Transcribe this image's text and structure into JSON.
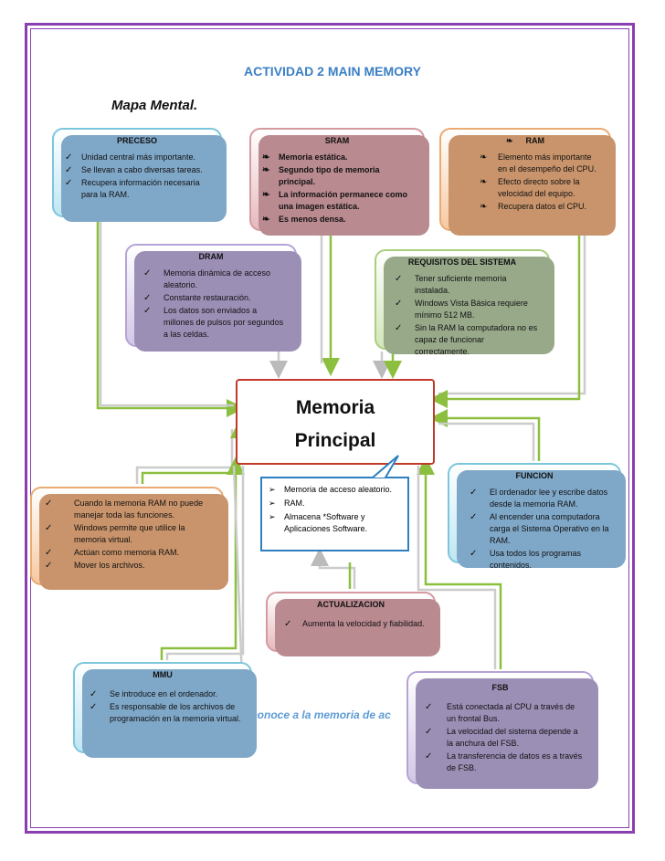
{
  "title": "ACTIVIDAD 2 MAIN MEMORY",
  "subtitle": "Mapa Mental.",
  "background_text": "conoce a la memoria de ac",
  "center": {
    "line1": "Memoria",
    "line2": "Principal"
  },
  "callout": {
    "items": [
      "Memoria de acceso aleatorio.",
      "RAM.",
      "Almacena *Software y Aplicaciones Software."
    ]
  },
  "nodes": {
    "preceso": {
      "title": "PRECESO",
      "items": [
        "Unidad central más importante.",
        "Se llevan a cabo diversas tareas.",
        "Recupera información necesaria para la RAM."
      ]
    },
    "sram": {
      "title": "SRAM",
      "items": [
        "Memoria estática.",
        "Segundo tipo de memoria principal.",
        "La información permanece como una imagen estática.",
        "Es menos densa."
      ]
    },
    "ram": {
      "title": "RAM",
      "items": [
        "Elemento más importante en el desempeño del CPU.",
        "Efecto directo sobre la velocidad del equipo.",
        "Recupera datos el CPU."
      ]
    },
    "dram": {
      "title": "DRAM",
      "items": [
        "Memoria dinámica de acceso aleatorio.",
        "Constante restauración.",
        "Los datos son enviados a millones de pulsos por segundos a las celdas."
      ]
    },
    "requisitos": {
      "title": "REQUISITOS DEL SISTEMA",
      "items": [
        "Tener suficiente memoria instalada.",
        "Windows Vista Básica requiere mínimo 512 MB.",
        "Sin la RAM la computadora no es capaz de funcionar correctamente."
      ]
    },
    "funcion": {
      "title": "FUNCION",
      "items": [
        "El ordenador lee y escribe datos desde la memoria RAM.",
        "Al encender una computadora carga el Sistema Operativo en la RAM.",
        "Usa todos los programas contenidos."
      ]
    },
    "ram_left": {
      "title": "",
      "items": [
        "Cuando la memoria RAM no puede manejar toda las funciones.",
        "Windows permite que utilice la memoria virtual.",
        "Actúan como memoria RAM.",
        "Mover los archivos."
      ]
    },
    "actualizacion": {
      "title": "ACTUALIZACION",
      "items": [
        "Aumenta la velocidad y fiabilidad."
      ]
    },
    "mmu": {
      "title": "MMU",
      "items": [
        "Se introduce en el ordenador.",
        "Es responsable de los archivos de programación en la memoria virtual."
      ]
    },
    "fsb": {
      "title": "FSB",
      "items": [
        "Está conectada al CPU a través de un frontal Bus.",
        "La velocidad del sistema depende a la anchura del FSB.",
        "La transferencia de datos es a través de FSB."
      ]
    }
  }
}
